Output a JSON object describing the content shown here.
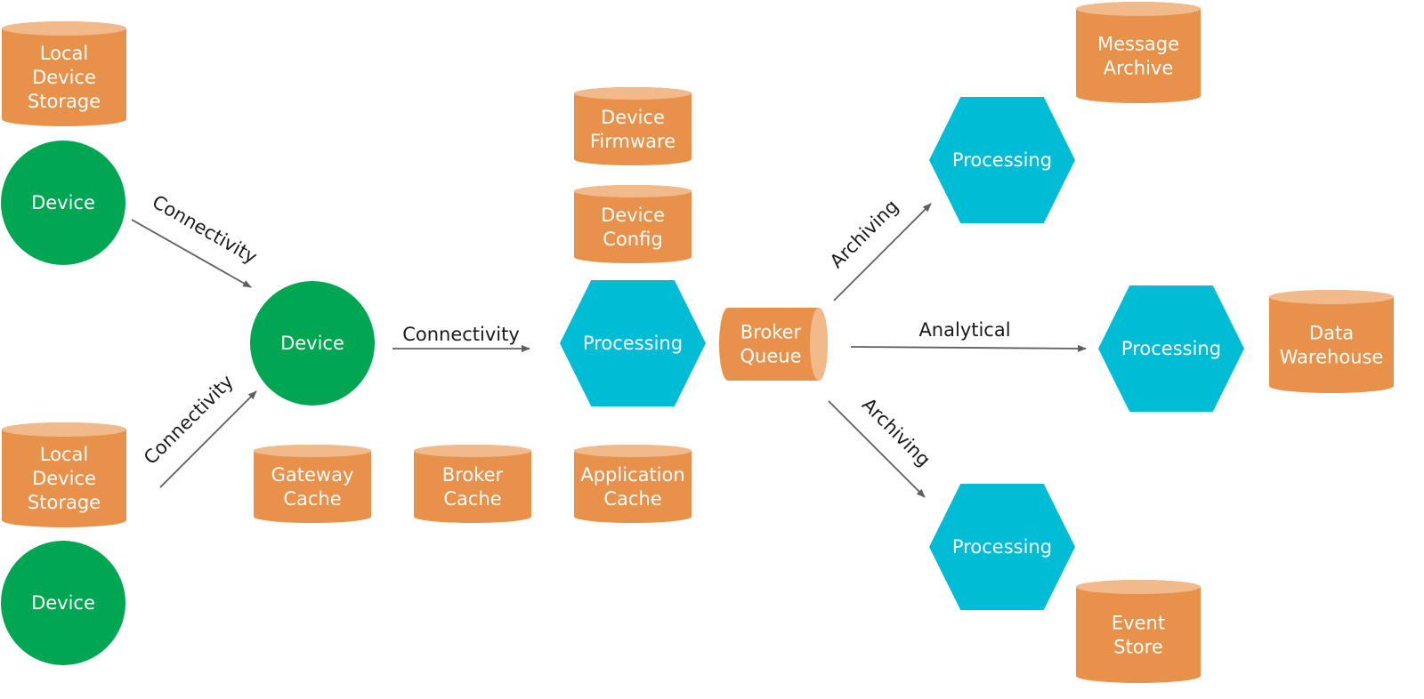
{
  "colors": {
    "device": "#00a651",
    "processing": "#00bcd4",
    "storage": "#e8914a",
    "storage_top": "#f2b98a",
    "arrow": "#5f5f5f",
    "text_dark": "#1a1a1a"
  },
  "nodes": {
    "local_storage_top": {
      "type": "storage",
      "lines": [
        "Local",
        "Device",
        "Storage"
      ]
    },
    "device_top": {
      "type": "device",
      "lines": [
        "Device"
      ]
    },
    "local_storage_bottom": {
      "type": "storage",
      "lines": [
        "Local",
        "Device",
        "Storage"
      ]
    },
    "device_bottom": {
      "type": "device",
      "lines": [
        "Device"
      ]
    },
    "gateway_device": {
      "type": "device",
      "lines": [
        "Device"
      ]
    },
    "gateway_cache": {
      "type": "storage",
      "lines": [
        "Gateway",
        "Cache"
      ]
    },
    "broker_cache": {
      "type": "storage",
      "lines": [
        "Broker",
        "Cache"
      ]
    },
    "device_firmware": {
      "type": "storage",
      "lines": [
        "Device",
        "Firmware"
      ]
    },
    "device_config": {
      "type": "storage",
      "lines": [
        "Device",
        "Config"
      ]
    },
    "processing_main": {
      "type": "processing",
      "lines": [
        "Processing"
      ]
    },
    "application_cache": {
      "type": "storage",
      "lines": [
        "Application",
        "Cache"
      ]
    },
    "broker_queue": {
      "type": "queue",
      "lines": [
        "Broker",
        "Queue"
      ]
    },
    "processing_archive_top": {
      "type": "processing",
      "lines": [
        "Processing"
      ]
    },
    "message_archive": {
      "type": "storage",
      "lines": [
        "Message",
        "Archive"
      ]
    },
    "processing_analytical": {
      "type": "processing",
      "lines": [
        "Processing"
      ]
    },
    "data_warehouse": {
      "type": "storage",
      "lines": [
        "Data",
        "Warehouse"
      ]
    },
    "processing_archive_bottom": {
      "type": "processing",
      "lines": [
        "Processing"
      ]
    },
    "event_store": {
      "type": "storage",
      "lines": [
        "Event",
        "Store"
      ]
    }
  },
  "edges": {
    "device_top_to_gateway": {
      "label": "Connectivity"
    },
    "device_bottom_to_gateway": {
      "label": "Connectivity"
    },
    "gateway_to_processing": {
      "label": "Connectivity"
    },
    "queue_to_archive_top": {
      "label": "Archiving"
    },
    "queue_to_analytical": {
      "label": "Analytical"
    },
    "queue_to_archive_bottom": {
      "label": "Archiving"
    }
  }
}
